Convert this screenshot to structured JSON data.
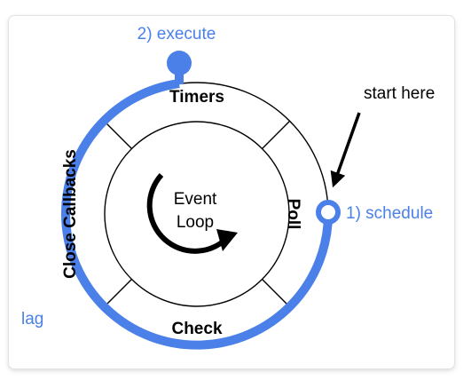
{
  "colors": {
    "accent": "#4a80e8",
    "ring": "#000000"
  },
  "phases": {
    "timers": "Timers",
    "poll": "Poll",
    "check": "Check",
    "close_callbacks": "Close Callbacks"
  },
  "center": {
    "line1": "Event",
    "line2": "Loop"
  },
  "labels": {
    "execute": "2) execute",
    "schedule": "1) schedule",
    "start_here": "start here",
    "lag": "lag"
  }
}
